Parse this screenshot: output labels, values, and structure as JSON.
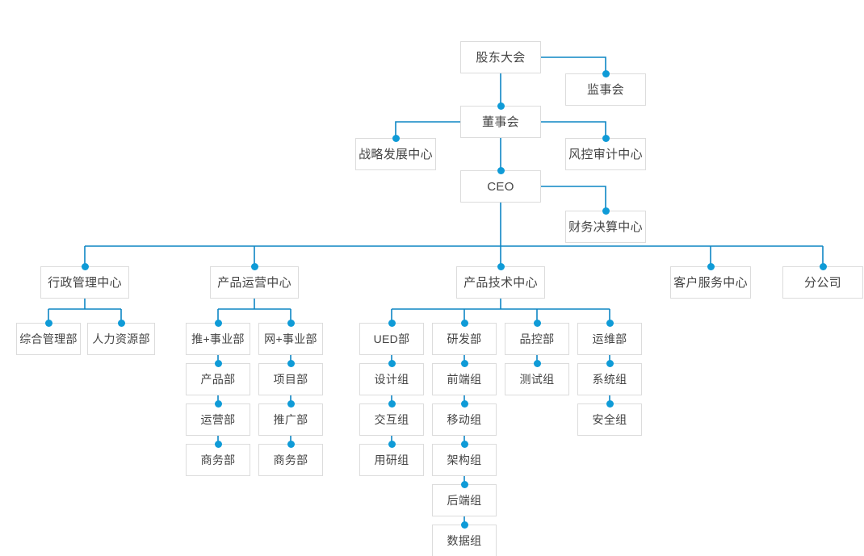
{
  "meta": {
    "title": "组织架构图",
    "chart_type": "org-chart"
  },
  "colors": {
    "line": "#0d86c4",
    "dot": "#0f9bd7",
    "box_border": "#dcdcdc",
    "box_fill": "#ffffff",
    "text": "#444444",
    "background": "#ffffff"
  },
  "nodes": {
    "shareholders": "股东大会",
    "supervisory": "监事会",
    "board": "董事会",
    "strategy": "战略发展中心",
    "risk_audit": "风控审计中心",
    "ceo": "CEO",
    "finance": "财务决算中心",
    "admin_center": "行政管理中心",
    "product_ops_center": "产品运营中心",
    "product_tech_center": "产品技术中心",
    "customer_service_center": "客户服务中心",
    "branch_company": "分公司",
    "admin_general": "综合管理部",
    "admin_hr": "人力资源部",
    "ops_tui": "推+事业部",
    "ops_wang": "网+事业部",
    "ops_product": "产品部",
    "ops_project": "项目部",
    "ops_operation": "运营部",
    "ops_promotion": "推广部",
    "ops_business_a": "商务部",
    "ops_business_b": "商务部",
    "tech_ued": "UED部",
    "tech_rd": "研发部",
    "tech_qa": "品控部",
    "tech_devops": "运维部",
    "ued_design": "设计组",
    "ued_interaction": "交互组",
    "ued_research": "用研组",
    "rd_frontend": "前端组",
    "rd_mobile": "移动组",
    "rd_architecture": "架构组",
    "rd_backend": "后端组",
    "rd_data": "数据组",
    "qa_test": "测试组",
    "devops_system": "系统组",
    "devops_security": "安全组"
  },
  "hierarchy": {
    "root": "股东大会",
    "levels": [
      {
        "level": 0,
        "items": [
          "股东大会"
        ]
      },
      {
        "level": 1,
        "items": [
          "监事会",
          "董事会"
        ]
      },
      {
        "level": 2,
        "items": [
          "战略发展中心",
          "风控审计中心",
          "CEO"
        ]
      },
      {
        "level": 3,
        "items": [
          "财务决算中心"
        ]
      },
      {
        "level": 4,
        "items": [
          "行政管理中心",
          "产品运营中心",
          "产品技术中心",
          "客户服务中心",
          "分公司"
        ]
      },
      {
        "level": 5,
        "items": [
          "综合管理部",
          "人力资源部",
          "推+事业部",
          "网+事业部",
          "UED部",
          "研发部",
          "品控部",
          "运维部"
        ]
      }
    ],
    "chains": {
      "推+事业部": [
        "产品部",
        "运营部",
        "商务部"
      ],
      "网+事业部": [
        "项目部",
        "推广部",
        "商务部"
      ],
      "UED部": [
        "设计组",
        "交互组",
        "用研组"
      ],
      "研发部": [
        "前端组",
        "移动组",
        "架构组",
        "后端组",
        "数据组"
      ],
      "品控部": [
        "测试组"
      ],
      "运维部": [
        "系统组",
        "安全组"
      ]
    }
  }
}
